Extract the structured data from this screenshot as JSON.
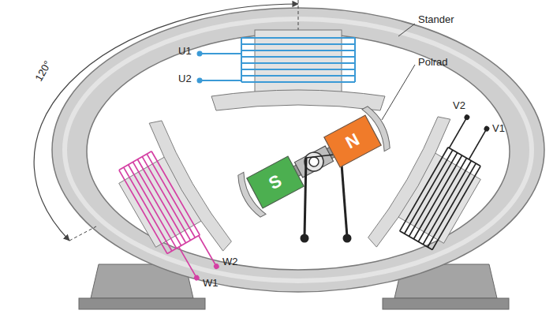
{
  "diagram": {
    "nodes": [
      {
        "text": [
          "N"
        ]
      },
      {
        "text": [
          "S"
        ]
      }
    ],
    "labels": [
      "120°",
      "Stander",
      "Polrad",
      "U1",
      "U2",
      "V2",
      "V1",
      "W1",
      "W2"
    ]
  }
}
